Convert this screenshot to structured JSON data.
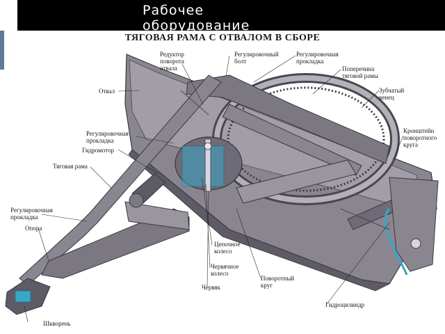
{
  "header": {
    "banner_title": "Рабочее оборудование"
  },
  "diagram": {
    "title": "ТЯГОВАЯ РАМА С ОТВАЛОМ В СБОРЕ"
  },
  "labels": {
    "reduktor_line1": "Редуктор",
    "reduktor_line2": "поворота",
    "reduktor_line3": "отвала",
    "reg_bolt_line1": "Регулировочный",
    "reg_bolt_line2": "болт",
    "reg_prokl_top_line1": "Регулировочная",
    "reg_prokl_top_line2": "прокладка",
    "poperechina_line1": "Поперечина",
    "poperechina_line2": "тяговой рамы",
    "zubchaty_line1": "Зубчатый",
    "zubchaty_line2": "венец",
    "otval": "Отвал",
    "kronshtein_line1": "Кронштейн",
    "kronshtein_line2": "поворотного",
    "kronshtein_line3": "круга",
    "reg_prokl_mid_line1": "Регулировочная",
    "reg_prokl_mid_line2": "прокладка",
    "gidromotor": "Гидромотор",
    "tyagovaya_rama": "Тяговая рама",
    "reg_prokl_low_line1": "Регулировочная",
    "reg_prokl_low_line2": "прокладка",
    "opora": "Опора",
    "cepnoe_line1": "Цепочное",
    "cepnoe_line2": "колесо",
    "chervyachnoe_line1": "Червячное",
    "chervyachnoe_line2": "колесо",
    "chervyak": "Червяк",
    "povorotny_line1": "Поворотный",
    "povorotny_line2": "круг",
    "gidrocilindr": "Гидроцилиндр",
    "shkvoren": "Шкворень"
  },
  "colors": {
    "banner_bg": "#000000",
    "metal": "#8a8690",
    "metal_dark": "#5e5a66",
    "metal_light": "#b4b0ba",
    "accent_cyan": "#3aa6c8",
    "text": "#1a1a1a"
  }
}
